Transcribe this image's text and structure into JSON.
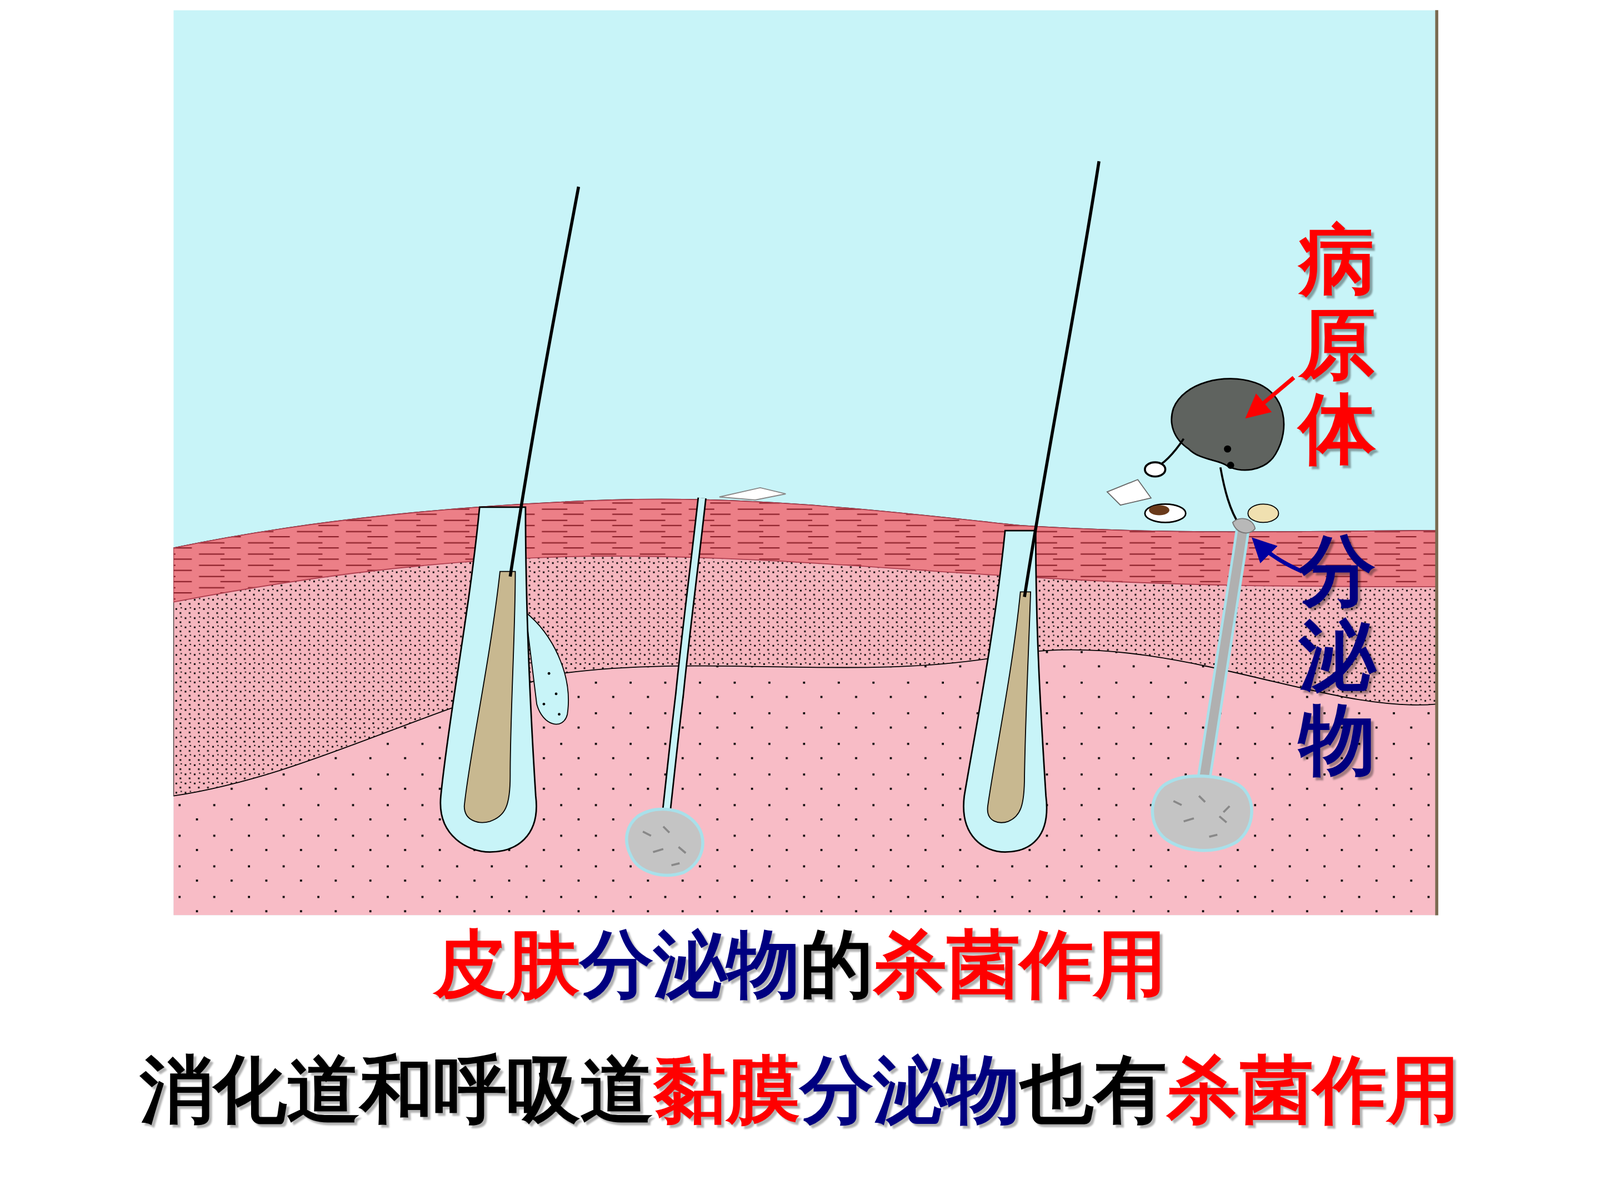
{
  "diagram": {
    "labels": [
      "病原体",
      "分泌物",
      "皮肤",
      "分泌物",
      "的",
      "杀菌作用",
      "消化道和呼吸道",
      "黏膜",
      "分泌物",
      "也有",
      "杀菌作用"
    ]
  }
}
